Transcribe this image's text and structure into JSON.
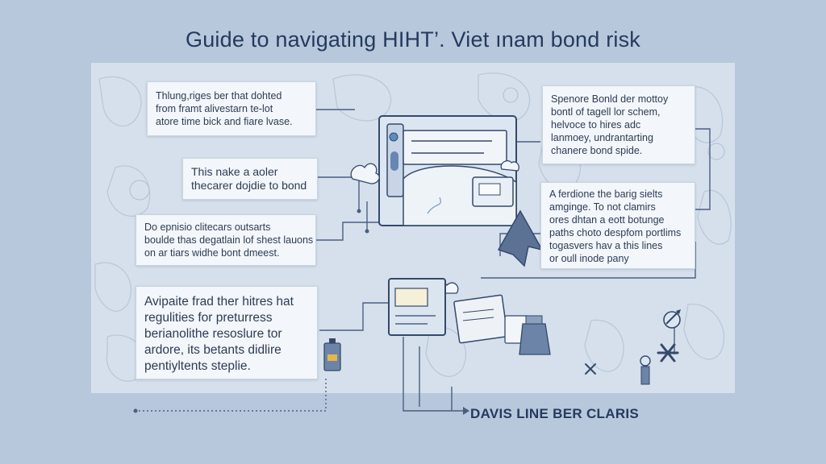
{
  "title": "Guide to navigating HIHT’. Viet ınam bond risk",
  "cards": {
    "top_left": [
      "Thlung,riges ber that dohted",
      "from framt alivestarn te-lot",
      "atore time bick and fiare lvase."
    ],
    "mid_left": [
      "This nake a aoler",
      "thecarer dojdie to bond"
    ],
    "lower_left": [
      "Do epnisio clitecars outsarts",
      "boulde thas degatlain lof shest lauons",
      "on ar tiars widhe bont dmeest."
    ],
    "bottom_left": [
      "Avipaite frad ther hitres hat",
      "regulities for preturress",
      "berianolithe resoslure tor",
      "ardore, its betants didlire",
      "pentiyltents steplie."
    ],
    "top_right": [
      "Spenore Bonld der mottoy",
      "bontl of tagell lor schem,",
      "helvoce to hires adc",
      "lanmoey, undrantarting",
      "chanere bond spide."
    ],
    "mid_right": [
      "A ferdione the barig sielts",
      "amginge. To not clamirs",
      "ores dhtan a eott botunge",
      "paths choto despfom portlims",
      "togasvers hav a this lines",
      "or oull inode pany"
    ]
  },
  "footer": "DAVIS LINE BER CLARIS",
  "colors": {
    "background": "#b7c8dc",
    "panel": "#d6e0ec",
    "card": "#f3f6fa",
    "ink": "#243a5e",
    "accent": "#4f6c95"
  },
  "icons": [
    "world-map",
    "browser-window-icon",
    "upward-arrow-icon",
    "cloud-icon",
    "document-stack-icon",
    "gift-box-icon",
    "chart-arrow-icon",
    "gear-icon",
    "network-node-icon",
    "sparkle-icon"
  ]
}
